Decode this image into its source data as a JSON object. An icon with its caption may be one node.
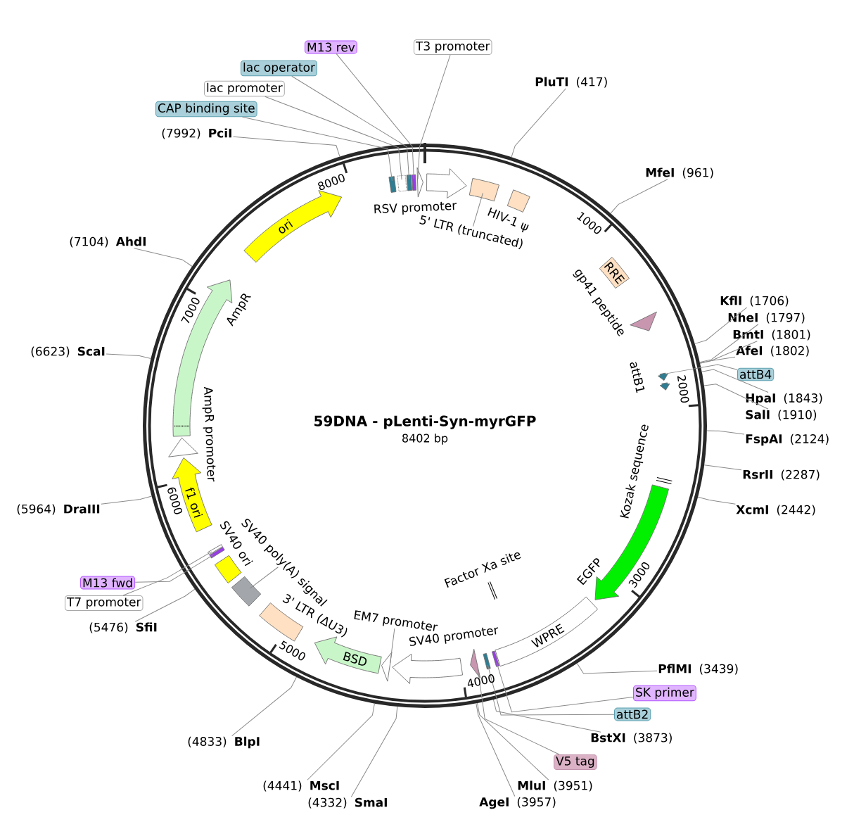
{
  "diagram": {
    "title": "59DNA - pLenti-Syn-myrGFP",
    "nodes": [
      {
        "text": [
          "(7992)",
          "PciI"
        ]
      },
      {
        "text": [
          "CAP binding site"
        ]
      },
      {
        "text": [
          "lac promoter"
        ]
      },
      {
        "text": [
          "lac operator"
        ]
      },
      {
        "text": [
          "M13 rev"
        ]
      },
      {
        "text": [
          "T3 promoter"
        ]
      },
      {
        "text": [
          "PluTI",
          "(417)"
        ]
      },
      {
        "text": [
          "MfeI",
          "(961)"
        ]
      },
      {
        "text": [],
        "shape": "bar"
      },
      {
        "text": [],
        "shape": "bar"
      },
      {
        "text": [],
        "shape": "bar"
      },
      {
        "text": [],
        "shape": "bar"
      },
      {
        "text": [],
        "shape": "arrow"
      },
      {
        "text": [
          "ori"
        ]
      },
      {
        "text": [
          "RSV promoter"
        ]
      },
      {
        "text": [],
        "shape": "box"
      },
      {
        "text": [
          "5' LTR (truncated)"
        ]
      },
      {
        "text": [
          "HIV-1 ψ"
        ]
      },
      {
        "text": [
          "(7104)",
          "AhdI"
        ]
      },
      {
        "text": [
          "RRE"
        ]
      },
      {
        "text": [
          "gp41 peptide"
        ]
      },
      {
        "text": [
          "KflI",
          "(1706)"
        ]
      },
      {
        "text": [
          "NheI",
          "(1797)"
        ]
      },
      {
        "text": [
          "BmtI",
          "(1801)"
        ]
      },
      {
        "text": [
          "AfeI",
          "(1802)"
        ]
      },
      {
        "text": [
          "attB4"
        ]
      },
      {
        "text": [],
        "shape": "arrow"
      },
      {
        "text": [
          "attB1"
        ]
      },
      {
        "text": [
          "HpaI",
          "(1843)"
        ]
      },
      {
        "text": [
          "SalI",
          "(1910)"
        ]
      },
      {
        "text": [
          "FspAI",
          "(2124)"
        ]
      },
      {
        "text": [
          "(6623)",
          "ScaI"
        ]
      },
      {
        "text": [
          "RsrII",
          "(2287)"
        ]
      },
      {
        "text": [
          "Kozak sequence"
        ]
      },
      {
        "text": [
          "XcmI",
          "(2442)"
        ]
      },
      {
        "text": [
          "AmpR"
        ]
      },
      {
        "text": [
          "AmpR promoter"
        ]
      },
      {
        "text": [
          "f1 ori"
        ]
      },
      {
        "text": [
          "(5964)",
          "DraIII"
        ]
      },
      {
        "text": [
          "EGFP"
        ]
      },
      {
        "text": [
          "Factor Xa site"
        ]
      },
      {
        "text": [
          "SV40 ori"
        ]
      },
      {
        "text": [
          "SV40 poly(A) signal"
        ]
      },
      {
        "text": [],
        "shape": "box"
      },
      {
        "text": [
          "3' LTR (ΔU3)"
        ]
      },
      {
        "text": [
          "M13 fwd"
        ]
      },
      {
        "text": [
          "T7 promoter"
        ]
      },
      {
        "text": [],
        "shape": "bar"
      },
      {
        "text": [],
        "shape": "bar"
      },
      {
        "text": [
          "(5476)",
          "SfiI"
        ]
      },
      {
        "text": [
          "EM7 promoter"
        ]
      },
      {
        "text": [],
        "shape": "arrow"
      },
      {
        "text": [
          "BSD"
        ]
      },
      {
        "text": [
          "SV40 promoter"
        ]
      },
      {
        "text": [
          "WPRE"
        ]
      },
      {
        "text": [
          "PflMI",
          "(3439)"
        ]
      },
      {
        "text": [
          "SK primer"
        ]
      },
      {
        "text": [
          "attB2"
        ]
      },
      {
        "text": [
          "V5 tag"
        ]
      },
      {
        "text": [],
        "shape": "bar"
      },
      {
        "text": [],
        "shape": "bar"
      },
      {
        "text": [],
        "shape": "arrow"
      },
      {
        "text": [
          "BstXI",
          "(3873)"
        ]
      },
      {
        "text": [
          "(4833)",
          "BlpI"
        ]
      },
      {
        "text": [
          "MluI",
          "(3951)"
        ]
      },
      {
        "text": [
          "(4441)",
          "MscI"
        ]
      },
      {
        "text": [
          "AgeI",
          "(3957)"
        ]
      },
      {
        "text": [
          "(4332)",
          "SmaI"
        ]
      }
    ],
    "edges": [
      {
        "from": 0,
        "to": null,
        "arrow": "none"
      },
      {
        "from": 1,
        "to": 8,
        "arrow": "none"
      },
      {
        "from": 2,
        "to": 9,
        "arrow": "none"
      },
      {
        "from": 3,
        "to": 10,
        "arrow": "none"
      },
      {
        "from": 4,
        "to": 11,
        "arrow": "none"
      },
      {
        "from": 5,
        "to": 12,
        "arrow": "none"
      },
      {
        "from": 6,
        "to": null,
        "arrow": "none"
      },
      {
        "from": 7,
        "to": null,
        "arrow": "none"
      },
      {
        "from": 16,
        "to": 15,
        "arrow": "none"
      },
      {
        "from": 18,
        "to": null,
        "arrow": "none"
      },
      {
        "from": 21,
        "to": null,
        "arrow": "none"
      },
      {
        "from": 22,
        "to": null,
        "arrow": "none"
      },
      {
        "from": 23,
        "to": null,
        "arrow": "none"
      },
      {
        "from": 24,
        "to": null,
        "arrow": "none"
      },
      {
        "from": 25,
        "to": 26,
        "arrow": "none"
      },
      {
        "from": 28,
        "to": null,
        "arrow": "none"
      },
      {
        "from": 29,
        "to": null,
        "arrow": "none"
      },
      {
        "from": 30,
        "to": null,
        "arrow": "none"
      },
      {
        "from": 31,
        "to": null,
        "arrow": "none"
      },
      {
        "from": 32,
        "to": null,
        "arrow": "none"
      },
      {
        "from": 34,
        "to": null,
        "arrow": "none"
      },
      {
        "from": 38,
        "to": null,
        "arrow": "none"
      },
      {
        "from": 42,
        "to": 43,
        "arrow": "none"
      },
      {
        "from": 45,
        "to": 47,
        "arrow": "none"
      },
      {
        "from": 46,
        "to": 48,
        "arrow": "none"
      },
      {
        "from": 49,
        "to": null,
        "arrow": "none"
      },
      {
        "from": 50,
        "to": 51,
        "arrow": "none"
      },
      {
        "from": 55,
        "to": null,
        "arrow": "none"
      },
      {
        "from": 56,
        "to": 59,
        "arrow": "none"
      },
      {
        "from": 57,
        "to": 60,
        "arrow": "none"
      },
      {
        "from": 58,
        "to": 61,
        "arrow": "none"
      },
      {
        "from": 62,
        "to": null,
        "arrow": "none"
      },
      {
        "from": 63,
        "to": null,
        "arrow": "none"
      },
      {
        "from": 64,
        "to": null,
        "arrow": "none"
      },
      {
        "from": 65,
        "to": null,
        "arrow": "none"
      },
      {
        "from": 66,
        "to": null,
        "arrow": "none"
      },
      {
        "from": 67,
        "to": null,
        "arrow": "none"
      }
    ],
    "labels": [
      "8402 bp",
      "1000",
      "2000",
      "3000",
      "4000",
      "5000",
      "6000",
      "7000",
      "8000"
    ]
  }
}
